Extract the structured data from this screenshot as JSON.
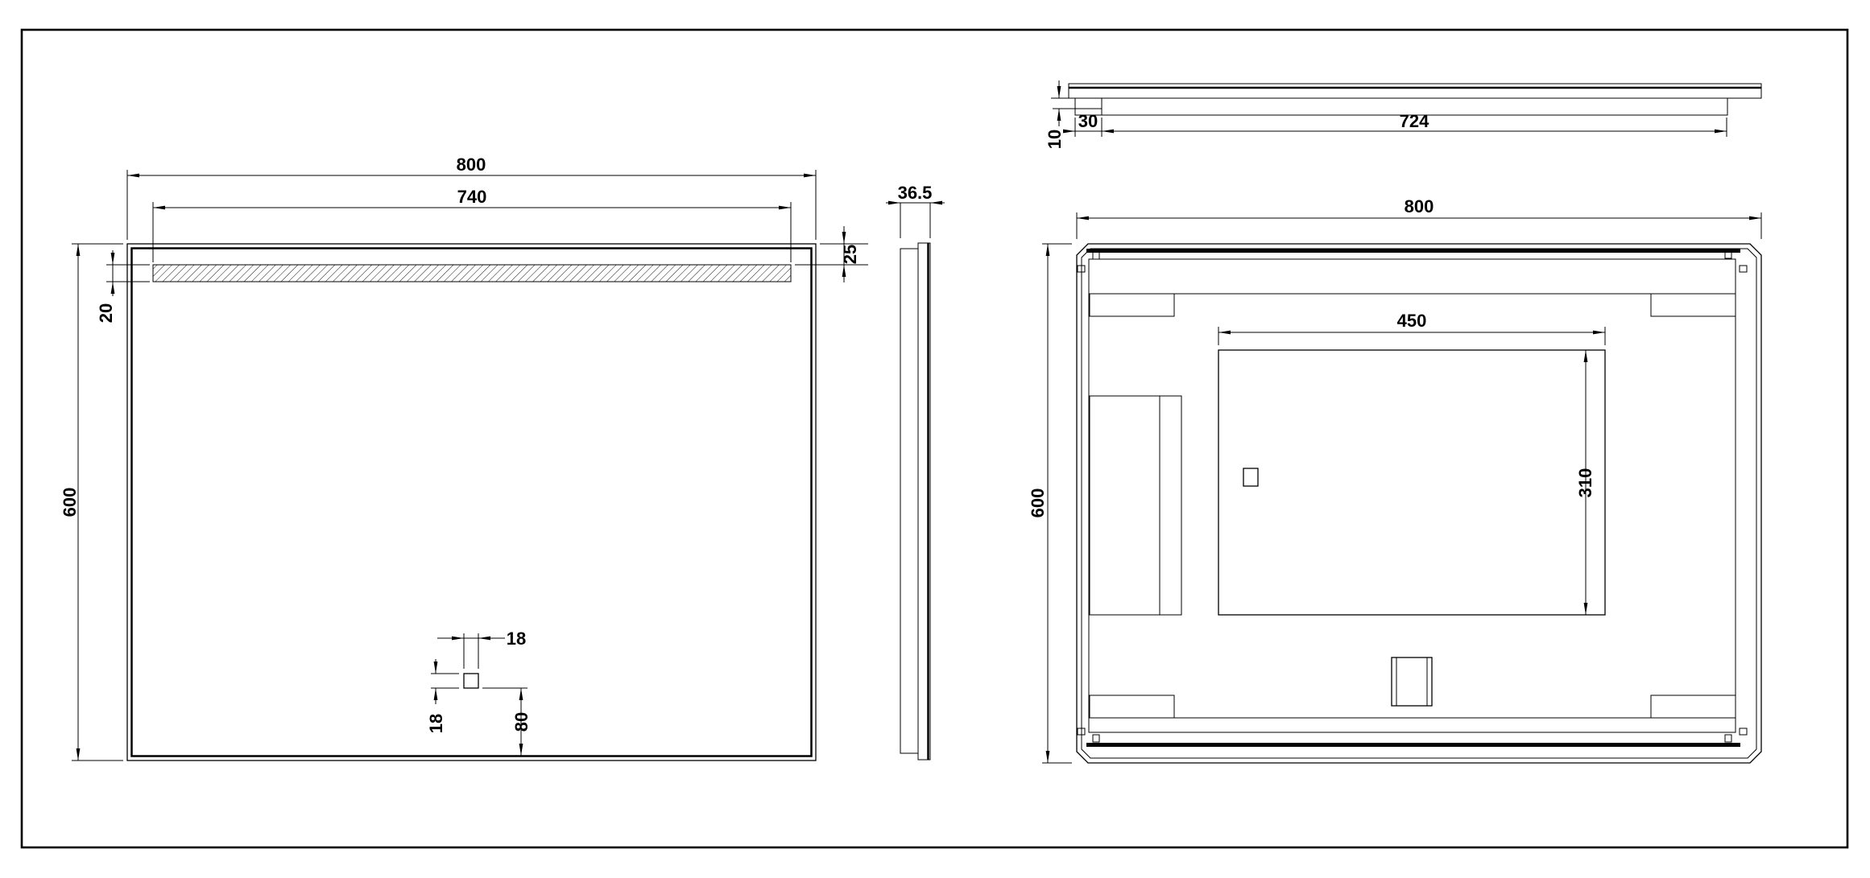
{
  "sheet": {
    "background_color": "#ffffff",
    "line_color": "#000000"
  },
  "front_view": {
    "overall_width": "800",
    "led_strip_width": "740",
    "overall_height": "600",
    "strip_top_offset": "25",
    "strip_height": "20",
    "switch_width": "18",
    "switch_height": "18",
    "switch_bottom_offset": "80"
  },
  "side_view": {
    "depth": "36.5"
  },
  "top_view": {
    "end_offset": "30",
    "led_length": "724",
    "layer_thickness": "10"
  },
  "back_view": {
    "overall_width": "800",
    "overall_height": "600",
    "driver_box_width": "450",
    "driver_box_height": "310"
  }
}
